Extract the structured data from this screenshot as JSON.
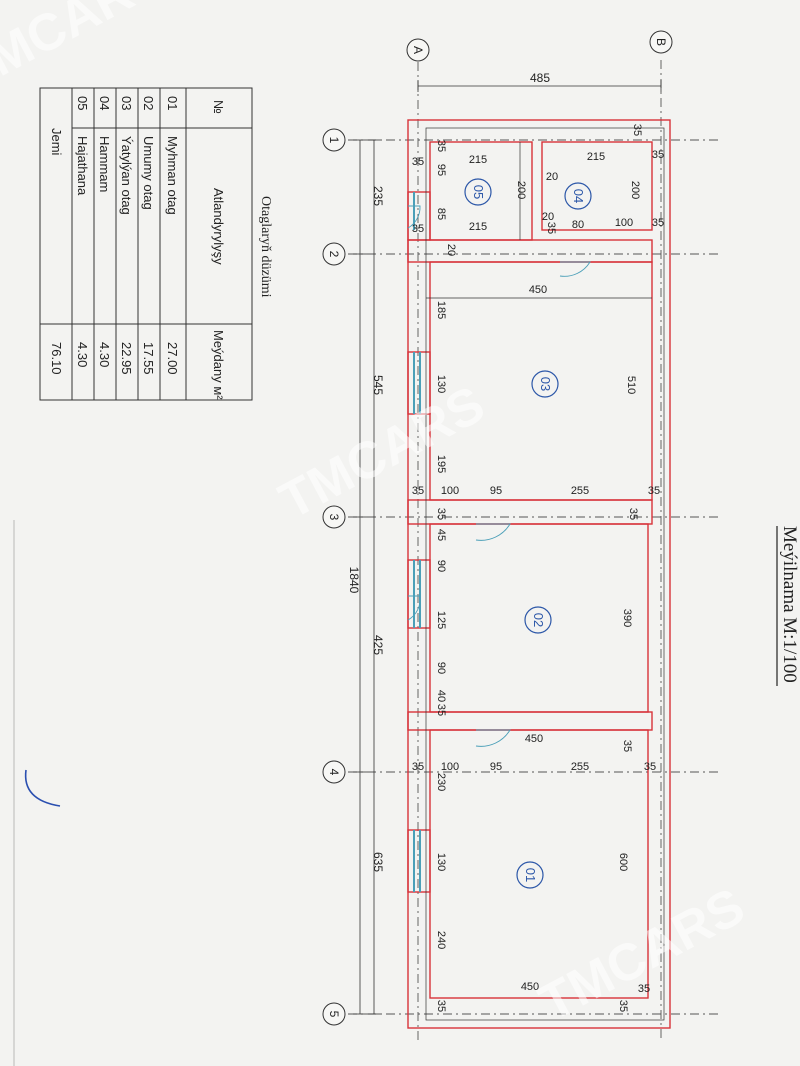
{
  "drawing": {
    "title": "Meýilnama  M:1/100",
    "table_title": "Otaglaryň düzümi",
    "grid_rows": [
      "A",
      "B"
    ],
    "grid_cols": [
      "1",
      "2",
      "3",
      "4",
      "5"
    ],
    "room_tags": [
      "01",
      "02",
      "03",
      "04",
      "05"
    ],
    "watermark": "TMCARS"
  },
  "dims": {
    "total": "1840",
    "seg_235": "235",
    "seg_545": "545",
    "seg_425": "425",
    "seg_635": "635",
    "width_485": "485",
    "d35": "35",
    "d215": "215",
    "d95": "95",
    "d85": "85",
    "d200": "200",
    "d20": "20",
    "d100": "100",
    "d80": "80",
    "d450": "450",
    "d185": "185",
    "d130": "130",
    "d195": "195",
    "d510": "510",
    "d255": "255",
    "d45": "45",
    "d90": "90",
    "d125": "125",
    "d390": "390",
    "d40": "40",
    "d230": "230",
    "d600": "600",
    "d240": "240"
  },
  "rooms_table": {
    "headers": [
      "№",
      "Atlandyrylyşy",
      "Meýdany м²"
    ],
    "rows": [
      {
        "no": "01",
        "name": "Myhman otag",
        "area": "27.00"
      },
      {
        "no": "02",
        "name": "Umumy otag",
        "area": "17.55"
      },
      {
        "no": "03",
        "name": "Ýatylýan otag",
        "area": "22.95"
      },
      {
        "no": "04",
        "name": "Hammam",
        "area": "4.30"
      },
      {
        "no": "05",
        "name": "Hajathana",
        "area": "4.30"
      }
    ],
    "total_label": "Jemi",
    "total_value": "76.10"
  },
  "colors": {
    "paper": "#f4f4f2",
    "wall_outline": "#d8323a",
    "grid_line": "#444444",
    "window": "#4a9fb8",
    "tag": "#2c57a8",
    "watermark": "#ffffff"
  }
}
